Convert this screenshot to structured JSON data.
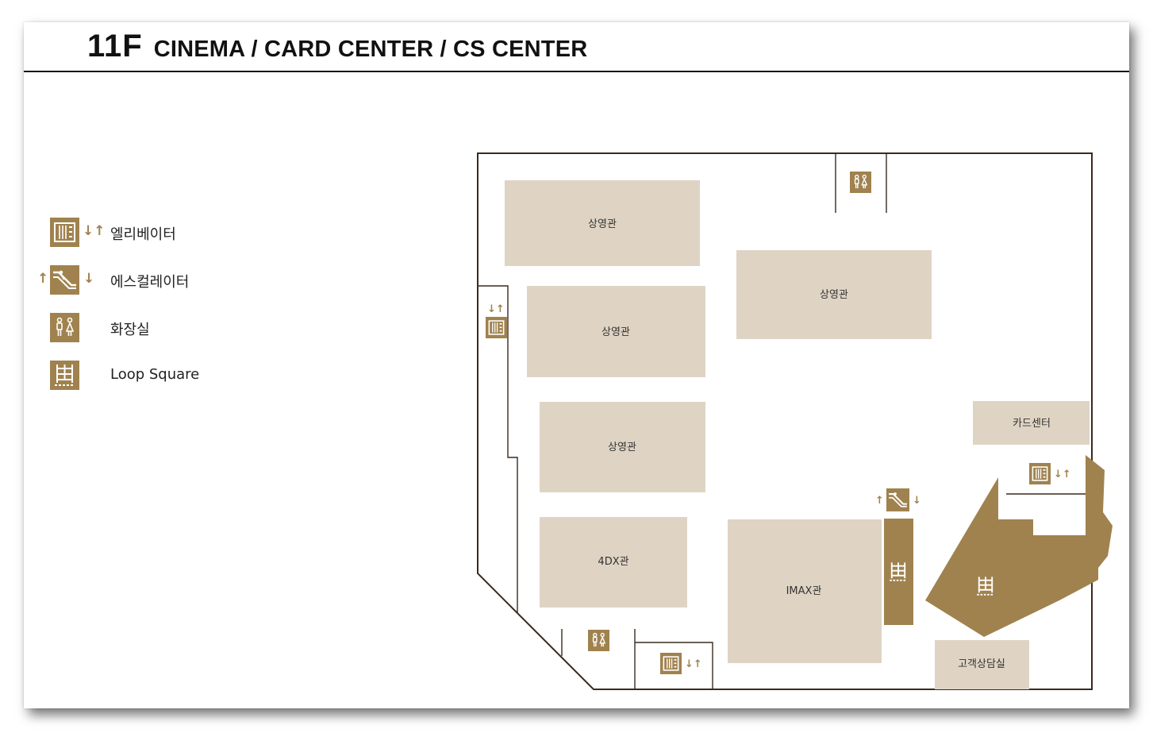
{
  "header": {
    "floor": "11F",
    "title": "CINEMA / CARD CENTER / CS CENTER"
  },
  "legend": {
    "elevator": {
      "label": "엘리베이터",
      "arrows": "↓↑",
      "icon": "elevator-icon"
    },
    "escalator": {
      "label": "에스컬레이터",
      "arrow_up": "↑",
      "arrow_down": "↓",
      "icon": "escalator-icon"
    },
    "restroom": {
      "label": "화장실",
      "icon": "restroom-icon"
    },
    "loop_square": {
      "label": "Loop Square",
      "icon": "loop-square-icon"
    }
  },
  "map": {
    "rooms": [
      {
        "id": "theater-1",
        "label": "상영관"
      },
      {
        "id": "theater-2",
        "label": "상영관"
      },
      {
        "id": "theater-3",
        "label": "상영관"
      },
      {
        "id": "theater-4",
        "label": "상영관"
      },
      {
        "id": "theater-4dx",
        "label": "4DX관"
      },
      {
        "id": "theater-imax",
        "label": "IMAX관"
      },
      {
        "id": "card-center",
        "label": "카드센터"
      },
      {
        "id": "customer-service",
        "label": "고객상담실"
      }
    ],
    "arrows": {
      "elevator": "↓↑",
      "esc_up": "↑",
      "esc_down": "↓"
    }
  },
  "colors": {
    "brand_gold": "#a0824f",
    "room_beige": "#dfd4c4",
    "wall": "#3a2a1e"
  }
}
